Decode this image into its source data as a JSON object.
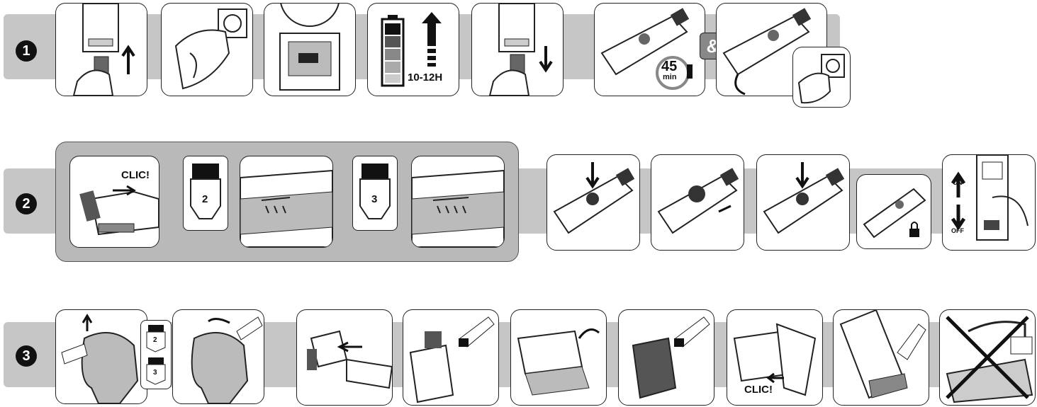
{
  "steps": [
    {
      "number": "1"
    },
    {
      "number": "2"
    },
    {
      "number": "3"
    }
  ],
  "row1": {
    "charge_time": "10-12H",
    "timer_value": "45",
    "timer_unit": "min",
    "ampersand": "&"
  },
  "row2": {
    "clic_label": "CLIC!",
    "guide_a": "2",
    "guide_b": "3",
    "switch_on": "ON",
    "switch_off": "OFF"
  },
  "row3": {
    "guide_a": "2",
    "guide_b": "3",
    "clic_label": "CLIC!"
  }
}
